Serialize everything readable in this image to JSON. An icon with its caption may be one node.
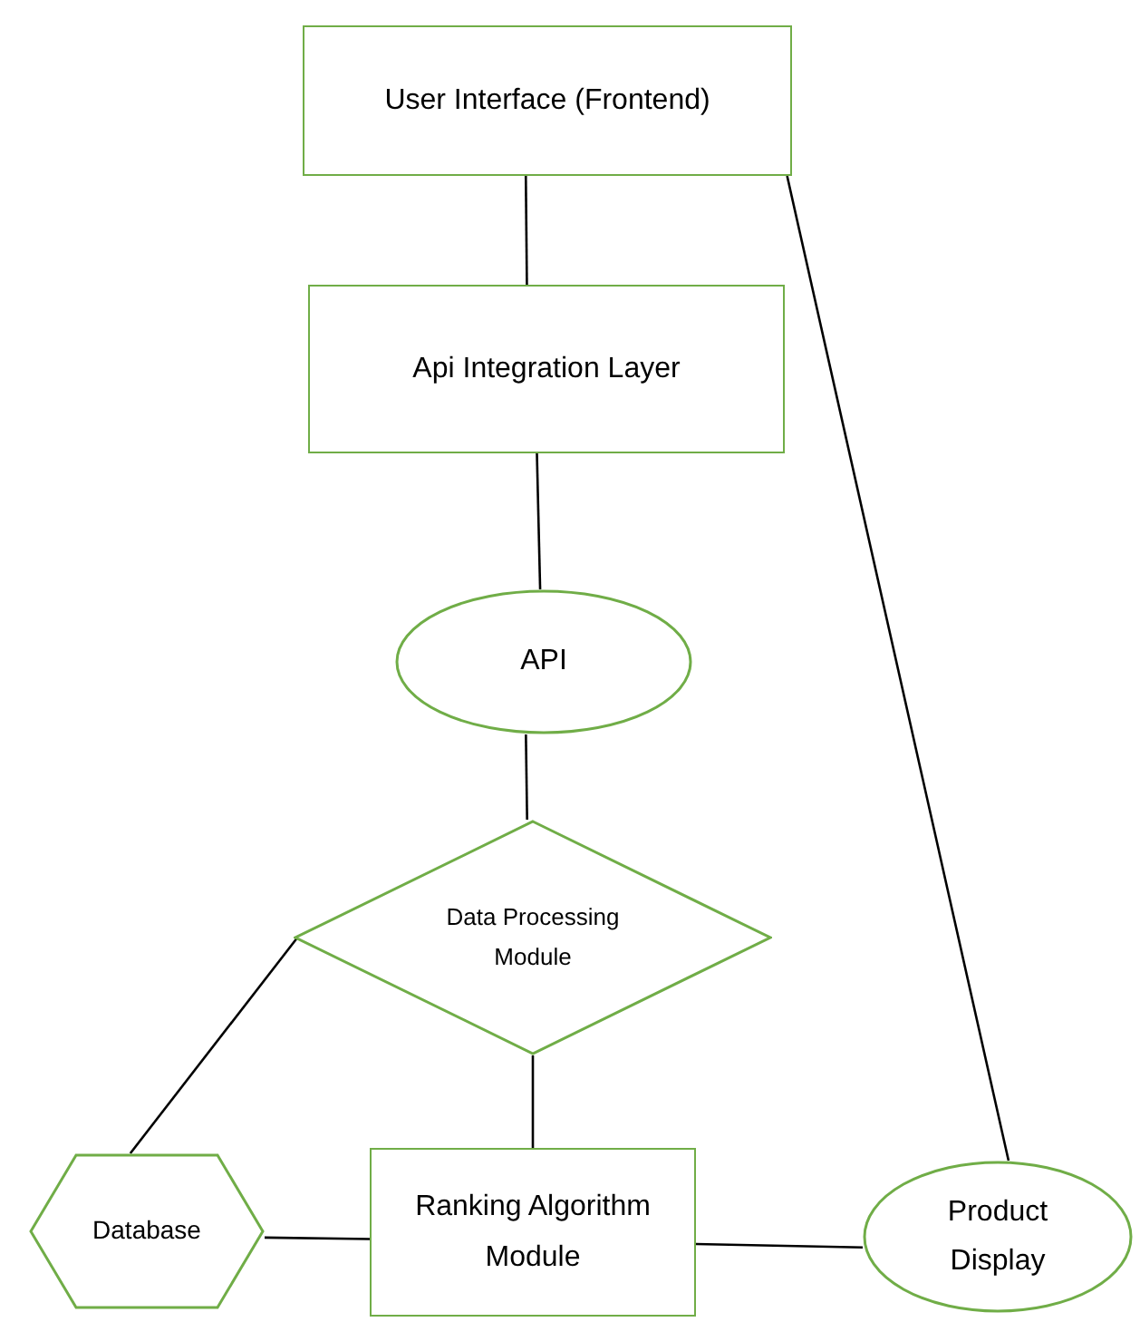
{
  "diagram": {
    "nodes": [
      {
        "text": [
          "User Interface (Frontend)"
        ]
      },
      {
        "text": [
          "Api Integration Layer"
        ]
      },
      {
        "text": [
          "API"
        ]
      },
      {
        "text": [
          "Data Processing Module"
        ]
      },
      {
        "text": [
          "Database"
        ]
      },
      {
        "text": [
          "Ranking Algorithm Module"
        ]
      },
      {
        "text": [
          "Product Display"
        ]
      }
    ],
    "edges": [
      {
        "from": 0,
        "to": 1,
        "arrow": "none"
      },
      {
        "from": 1,
        "to": 2,
        "arrow": "none"
      },
      {
        "from": 2,
        "to": 3,
        "arrow": "none"
      },
      {
        "from": 3,
        "to": 4,
        "arrow": "none"
      },
      {
        "from": 3,
        "to": 5,
        "arrow": "none"
      },
      {
        "from": 4,
        "to": 5,
        "arrow": "none"
      },
      {
        "from": 5,
        "to": 6,
        "arrow": "none"
      },
      {
        "from": 0,
        "to": 6,
        "arrow": "none"
      }
    ]
  }
}
